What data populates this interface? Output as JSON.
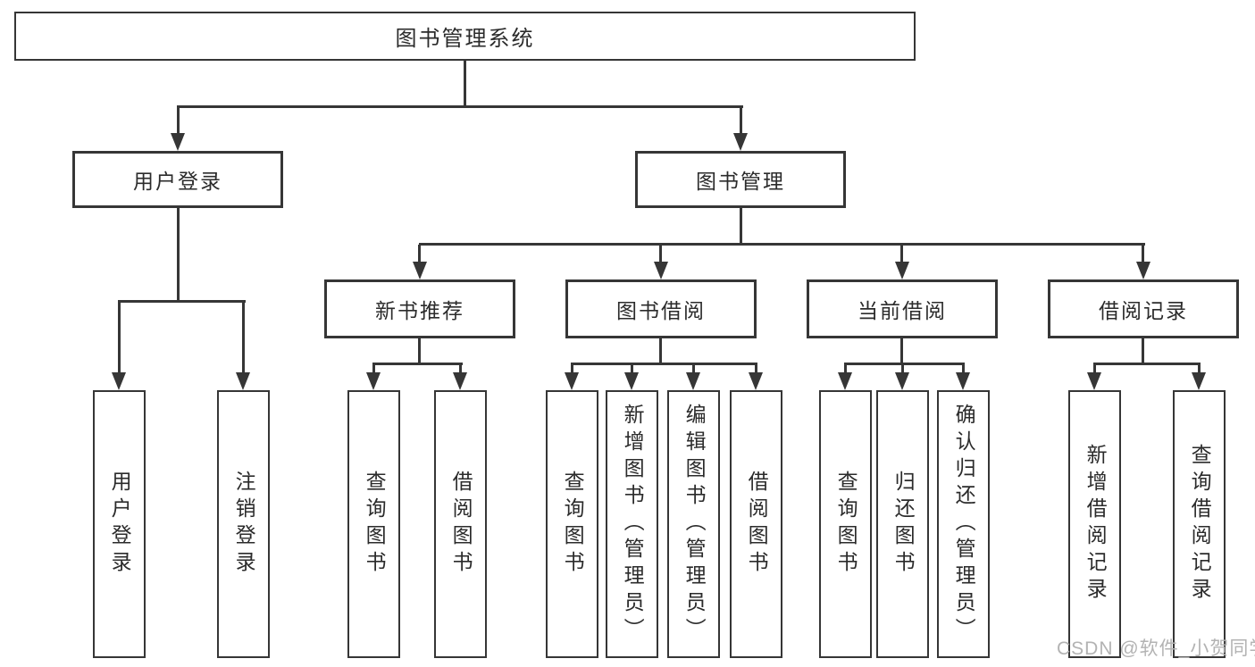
{
  "tree": {
    "root": "图书管理系统",
    "user_branch": {
      "label": "用户登录",
      "children": [
        "用户登录",
        "注销登录"
      ]
    },
    "mgmt_branch": {
      "label": "图书管理",
      "groups": [
        {
          "label": "新书推荐",
          "children": [
            "查询图书",
            "借阅图书"
          ]
        },
        {
          "label": "图书借阅",
          "children": [
            "查询图书",
            "新增图书（管理员）",
            "编辑图书（管理员）",
            "借阅图书"
          ]
        },
        {
          "label": "当前借阅",
          "children": [
            "查询图书",
            "归还图书",
            "确认归还（管理员）"
          ]
        },
        {
          "label": "借阅记录",
          "children": [
            "新增借阅记录",
            "查询借阅记录"
          ]
        }
      ]
    }
  },
  "watermark": "CSDN @软件_小贺同学",
  "colors": {
    "line": "#363636",
    "text": "#2b2b2b",
    "watermark": "#b3b3b3",
    "background": "#ffffff"
  }
}
